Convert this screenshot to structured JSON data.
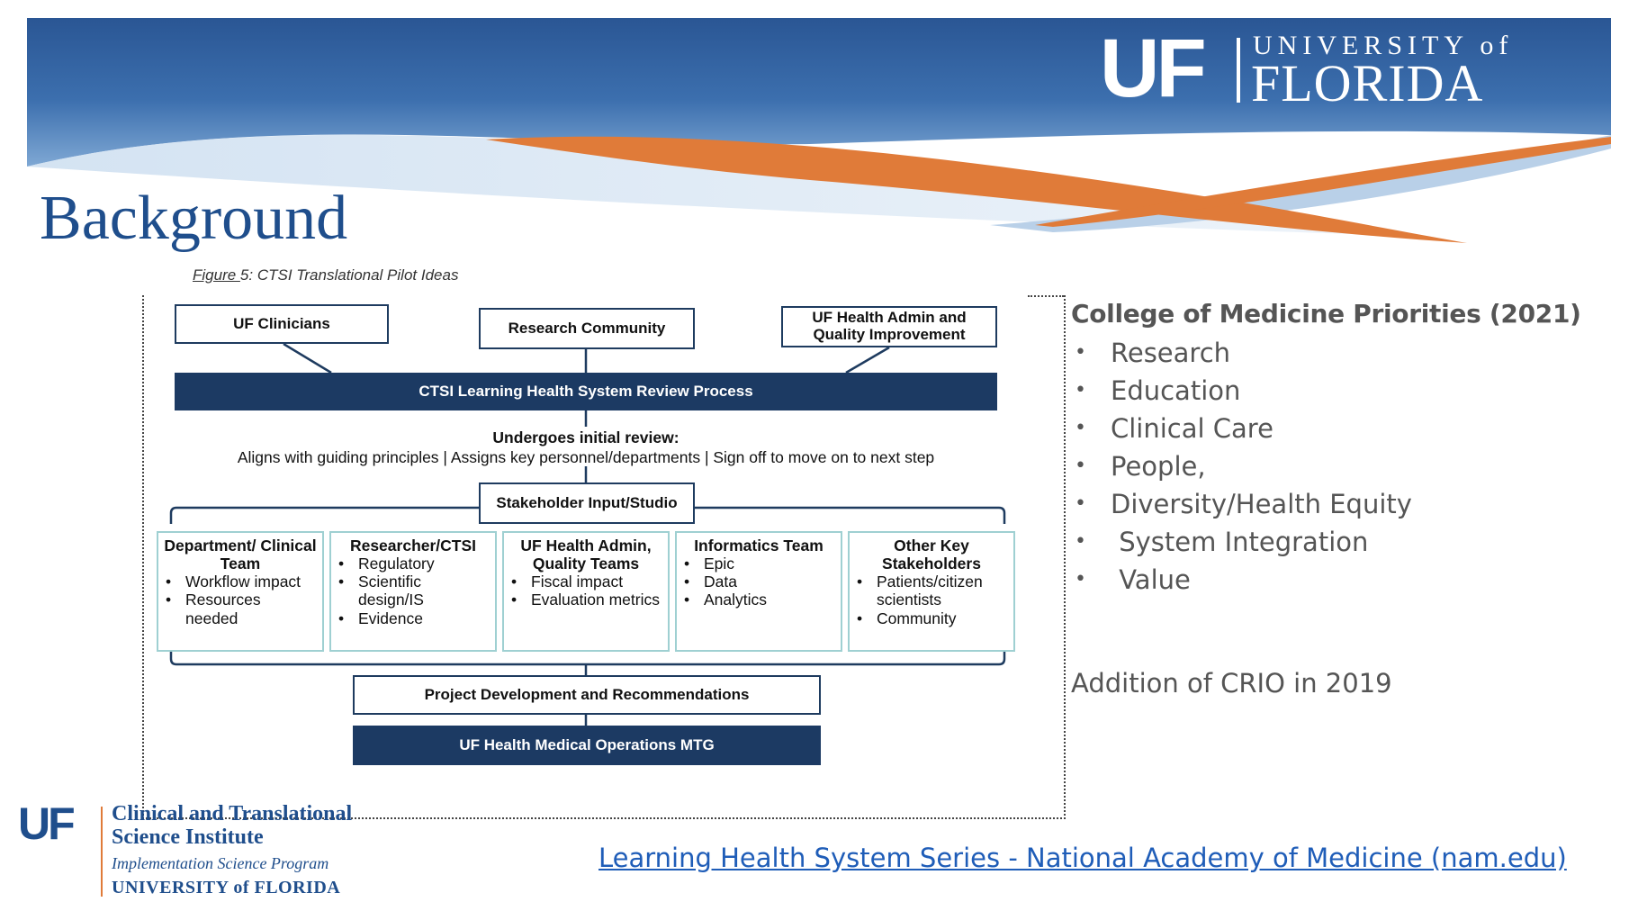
{
  "header": {
    "logo_uf": "UF",
    "logo_university": "UNIVERSITY of",
    "logo_florida": "FLORIDA"
  },
  "slide_title": "Background",
  "figure_caption": {
    "prefix": "Figure ",
    "rest": "5: CTSI Translational Pilot Ideas"
  },
  "diagram": {
    "inputs": [
      "UF Clinicians",
      "Research Community",
      "UF Health Admin and Quality Improvement"
    ],
    "review_process": "CTSI Learning Health System Review Process",
    "review_heading": "Undergoes initial review:",
    "review_detail": "Aligns with guiding principles | Assigns key personnel/departments | Sign off to move on to next step",
    "stakeholder_box": "Stakeholder Input/Studio",
    "columns": [
      {
        "title": "Department/ Clinical Team",
        "items": [
          "Workflow impact",
          "Resources needed"
        ]
      },
      {
        "title": "Researcher/CTSI",
        "items": [
          "Regulatory",
          "Scientific design/IS",
          "Evidence"
        ]
      },
      {
        "title": "UF Health Admin, Quality Teams",
        "items": [
          "Fiscal impact",
          "Evaluation metrics"
        ]
      },
      {
        "title": "Informatics Team",
        "items": [
          "Epic",
          "Data",
          "Analytics"
        ]
      },
      {
        "title": "Other Key Stakeholders",
        "items": [
          "Patients/citizen scientists",
          "Community"
        ]
      }
    ],
    "project_dev": "Project Development and Recommendations",
    "medical_ops": "UF Health Medical Operations MTG"
  },
  "priorities": {
    "heading": "College of Medicine Priorities (2021)",
    "items": [
      "Research",
      "Education",
      "Clinical Care",
      "People,",
      "Diversity/Health Equity",
      " System Integration",
      " Value"
    ]
  },
  "crio_note": "Addition of CRIO in 2019",
  "link_text": "Learning Health System Series - National Academy of Medicine (nam.edu)",
  "ctsi_logo": {
    "uf": "UF",
    "line1": "Clinical and Translational",
    "line2": "Science Institute",
    "line3": "Implementation Science Program",
    "line4": "UNIVERSITY of FLORIDA"
  },
  "colors": {
    "banner_blue": "#2d5a9a",
    "accent_orange": "#e07b39",
    "navy": "#1c3a63",
    "teal_border": "#9fd0d2",
    "link_blue": "#1f5db8"
  }
}
